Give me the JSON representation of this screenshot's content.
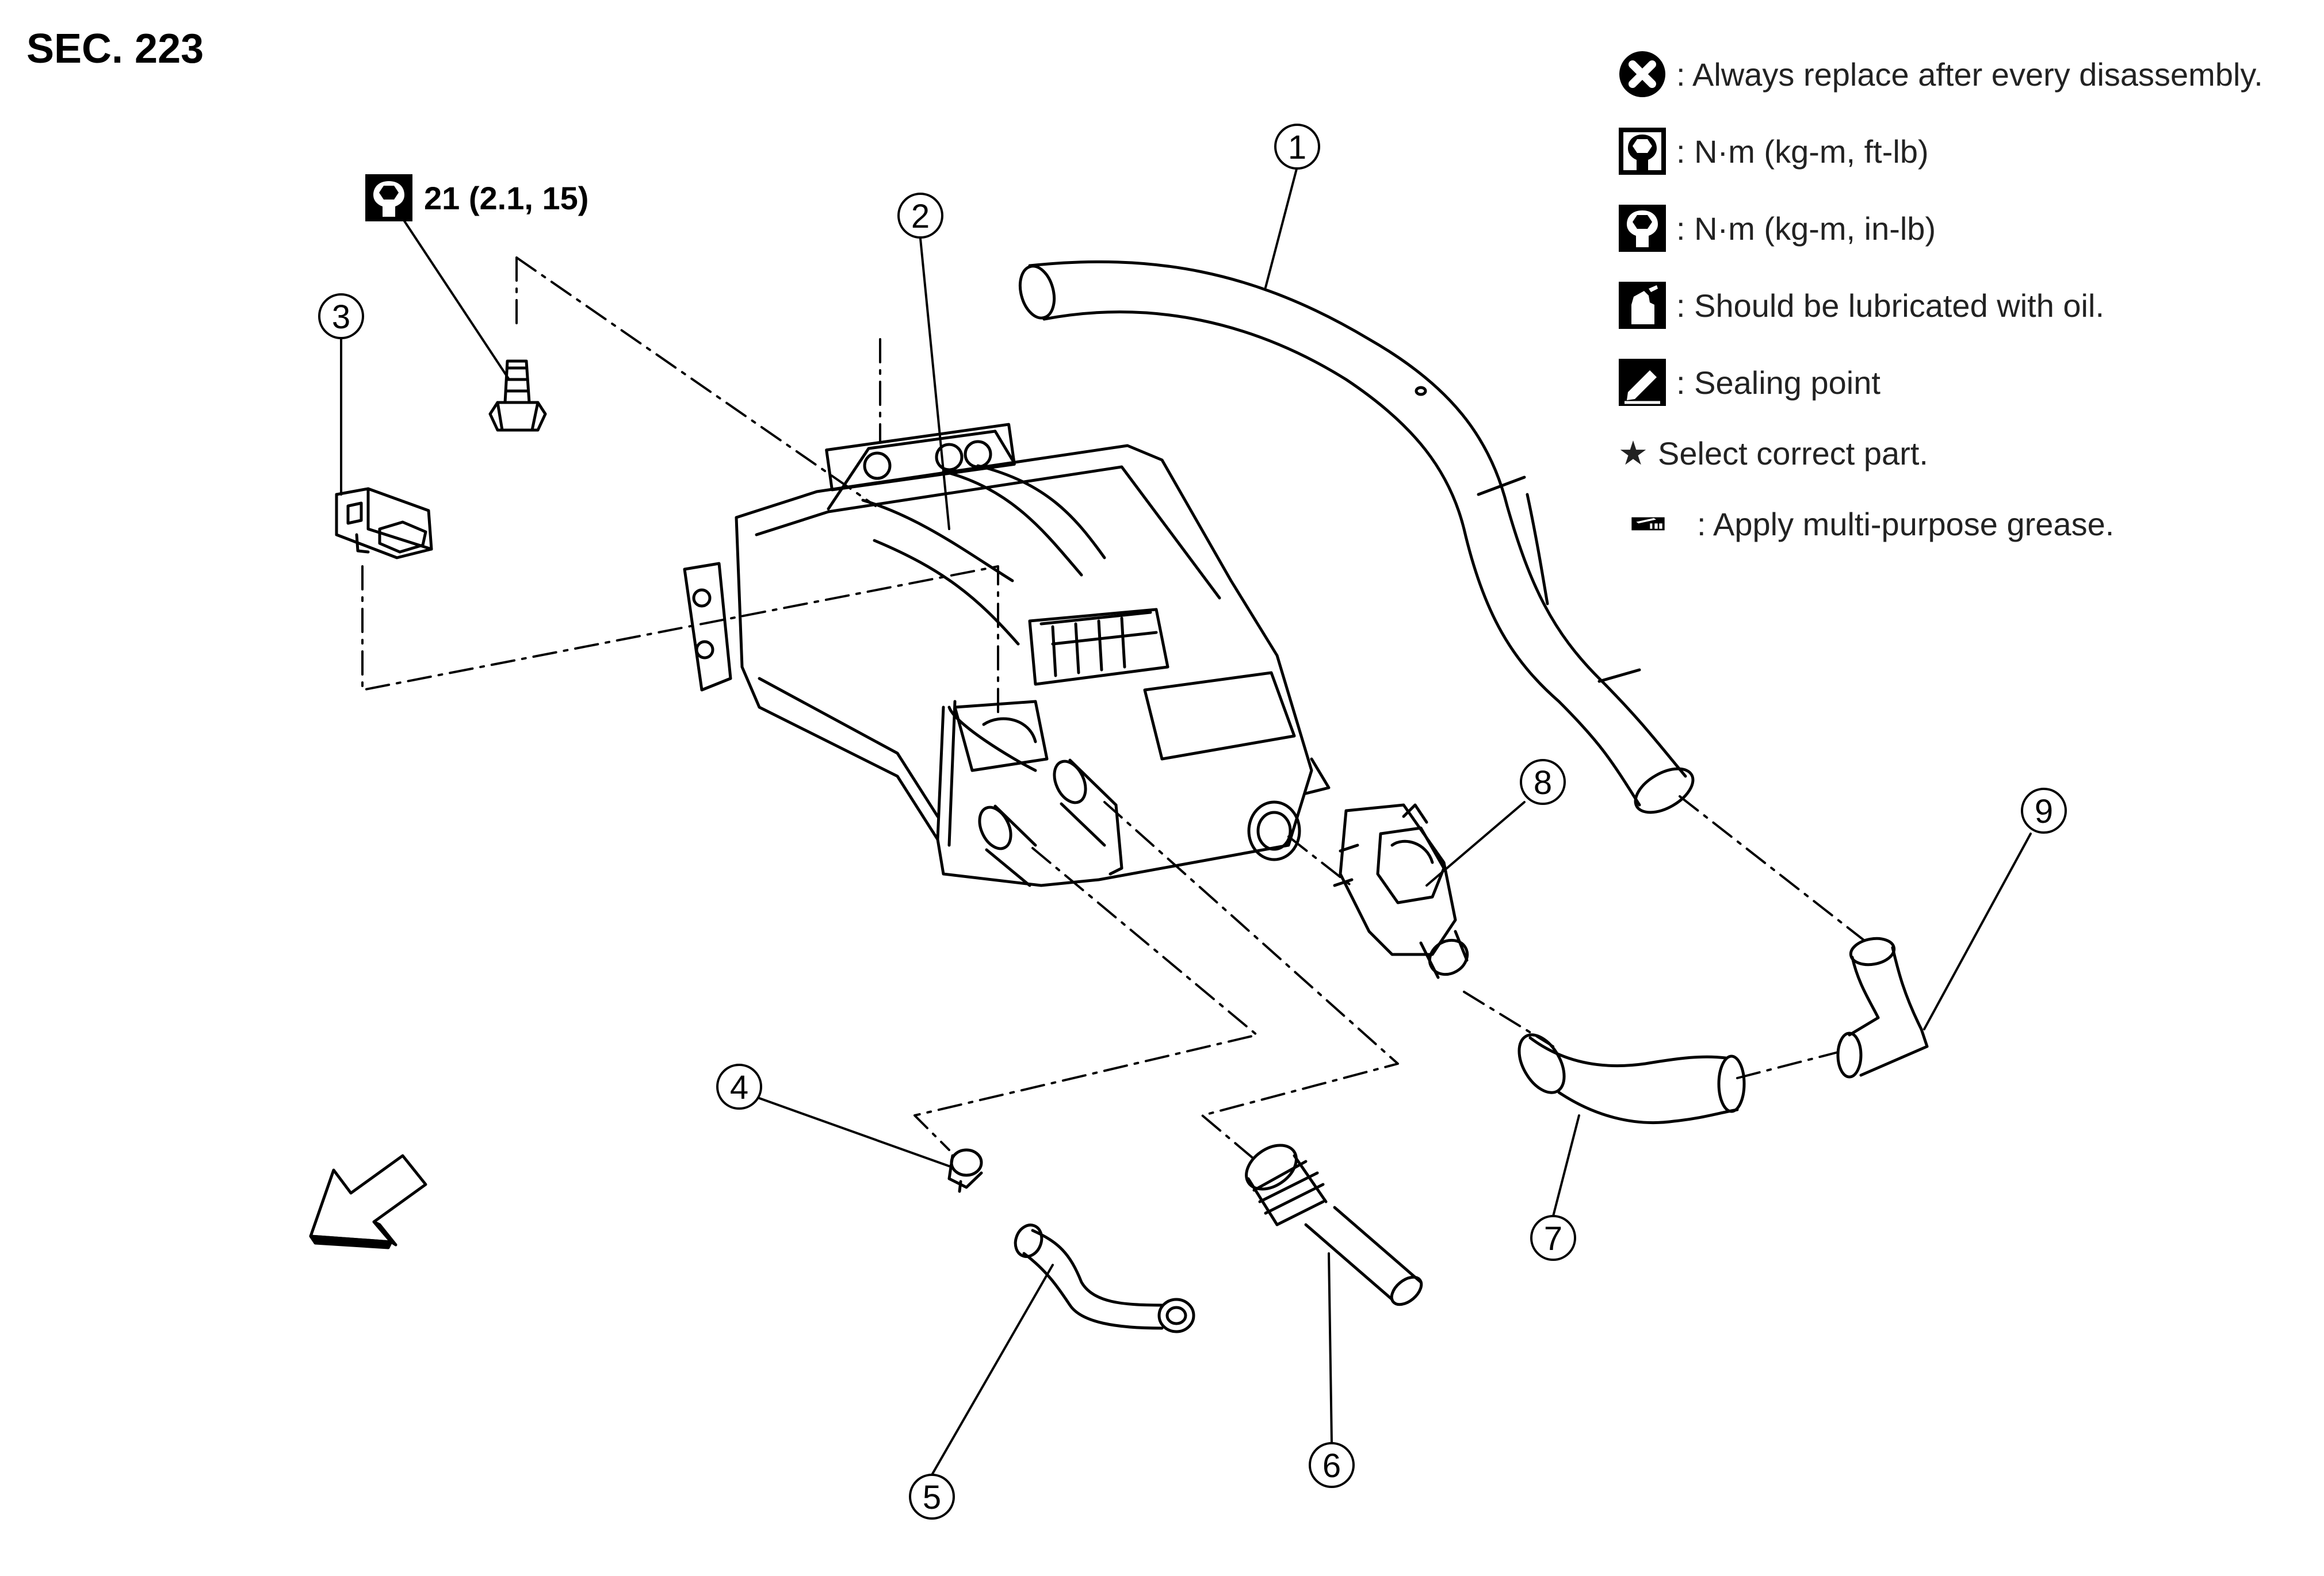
{
  "section": "SEC. 223",
  "torque_spec": "21 (2.1, 15)",
  "legend": [
    {
      "icon": "x-circle-icon",
      "text": ": Always replace after every disassembly."
    },
    {
      "icon": "torque-ft-lb-icon",
      "text": ": N·m (kg-m, ft-lb)"
    },
    {
      "icon": "torque-in-lb-icon",
      "text": ": N·m (kg-m, in-lb)"
    },
    {
      "icon": "oil-can-icon",
      "text": ": Should be lubricated with oil."
    },
    {
      "icon": "sealing-point-icon",
      "text": ": Sealing point"
    },
    {
      "icon": "star-icon",
      "text": "Select correct part.",
      "glyph": "★"
    },
    {
      "icon": "grease-icon",
      "text": ": Apply multi-purpose grease."
    }
  ],
  "callouts": [
    "1",
    "2",
    "3",
    "4",
    "5",
    "6",
    "7",
    "8",
    "9"
  ]
}
